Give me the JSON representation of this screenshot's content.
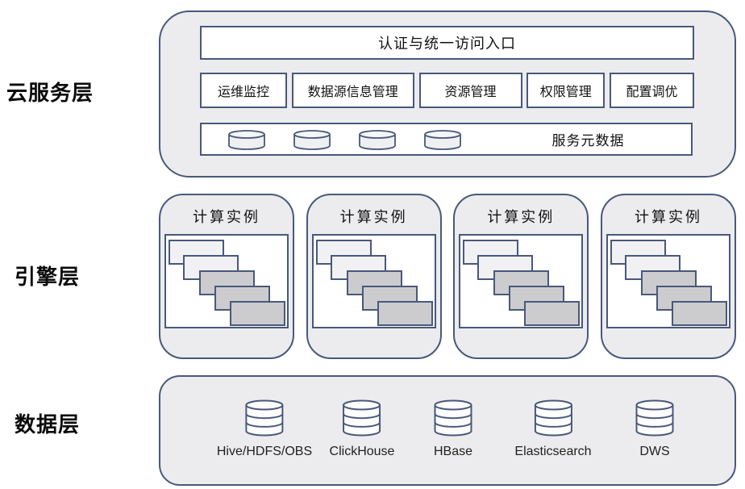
{
  "layers": {
    "cloud": {
      "label": "云服务层",
      "auth_entry": "认证与统一访问入口",
      "services": [
        "运维监控",
        "数据源信息管理",
        "资源管理",
        "权限管理",
        "配置调优"
      ],
      "metadata_label": "服务元数据",
      "metadata_cylinder_count": 4
    },
    "engine": {
      "label": "引擎层",
      "instances": [
        "计算实例",
        "计算实例",
        "计算实例",
        "计算实例"
      ]
    },
    "data": {
      "label": "数据层",
      "stores": [
        "Hive/HDFS/OBS",
        "ClickHouse",
        "HBase",
        "Elasticsearch",
        "DWS"
      ]
    }
  },
  "colors": {
    "stroke": "#49587b",
    "panel": "#ececee",
    "card-light": "#f1f1f3",
    "card-dark": "#ccccce",
    "label-color": "#0a0a0a",
    "store-label-color": "#1f1f1f"
  }
}
